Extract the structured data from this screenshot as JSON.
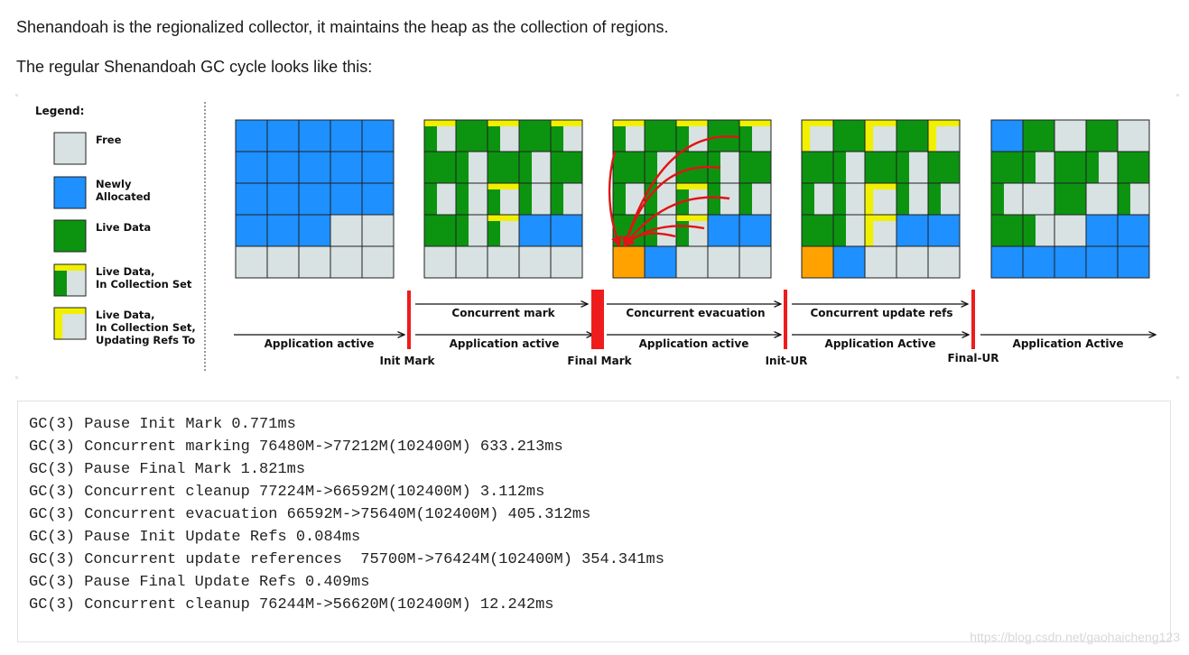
{
  "intro": {
    "line1": "Shenandoah is the regionalized collector, it maintains the heap as the collection of regions.",
    "line2": "The regular Shenandoah GC cycle looks like this:"
  },
  "legend": {
    "title": "Legend:",
    "items": [
      {
        "key": "free",
        "lines": [
          "Free"
        ]
      },
      {
        "key": "new",
        "lines": [
          "Newly",
          "Allocated"
        ]
      },
      {
        "key": "live",
        "lines": [
          "Live Data"
        ]
      },
      {
        "key": "cset",
        "lines": [
          "Live Data,",
          "In Collection Set"
        ]
      },
      {
        "key": "upd",
        "lines": [
          "Live Data,",
          "In Collection Set,",
          "Updating Refs To"
        ]
      }
    ]
  },
  "colors": {
    "free": "#d8e2e2",
    "new": "#1e90ff",
    "live": "#0c9410",
    "yellow": "#f0f000",
    "orange": "#ffa200",
    "pause": "#ee1c1c",
    "arrow": "#e01414",
    "grid": "#202020"
  },
  "heaps": [
    {
      "rows": [
        "NNNNN",
        "NNNNN",
        "NNNNN",
        "NNNFF",
        "FFFFF"
      ]
    },
    {
      "rows": [
        "cLcLc",
        "LlLlL",
        "llcll",
        "LlcNN",
        "FFFFF"
      ]
    },
    {
      "rows": [
        "cLcLc",
        "LlLlL",
        "llcll",
        "LlcNN",
        "ONFFF"
      ]
    },
    {
      "rows": [
        "uLuLu",
        "LlLlL",
        "llull",
        "LluNN",
        "ONFFF"
      ]
    },
    {
      "rows": [
        "NLFLF",
        "LlLlL",
        "lFLFl",
        "LlFNN",
        "NNNNN"
      ]
    }
  ],
  "phases": {
    "top": [
      {
        "label": "Concurrent mark"
      },
      {
        "label": "Concurrent evacuation"
      },
      {
        "label": "Concurrent update refs"
      }
    ],
    "bottom": [
      {
        "label": "Application active"
      },
      {
        "label": "Application active"
      },
      {
        "label": "Application active"
      },
      {
        "label": "Application Active"
      },
      {
        "label": "Application Active"
      }
    ],
    "pauses": [
      {
        "label": "Init Mark"
      },
      {
        "label": "Final Mark"
      },
      {
        "label": "Init-UR"
      },
      {
        "label": "Final-UR"
      }
    ]
  },
  "log": [
    "GC(3) Pause Init Mark 0.771ms",
    "GC(3) Concurrent marking 76480M->77212M(102400M) 633.213ms",
    "GC(3) Pause Final Mark 1.821ms",
    "GC(3) Concurrent cleanup 77224M->66592M(102400M) 3.112ms",
    "GC(3) Concurrent evacuation 66592M->75640M(102400M) 405.312ms",
    "GC(3) Pause Init Update Refs 0.084ms",
    "GC(3) Concurrent update references  75700M->76424M(102400M) 354.341ms",
    "GC(3) Pause Final Update Refs 0.409ms",
    "GC(3) Concurrent cleanup 76244M->56620M(102400M) 12.242ms"
  ],
  "watermark": "https://blog.csdn.net/gaohaicheng123"
}
